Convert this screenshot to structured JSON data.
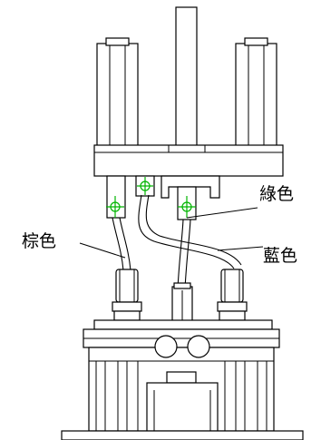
{
  "diagram": {
    "labels": {
      "brown": "棕色",
      "green": "綠色",
      "blue": "藍色"
    },
    "colors": {
      "line": "#000000",
      "marker": "#00b400",
      "background": "#ffffff"
    }
  }
}
